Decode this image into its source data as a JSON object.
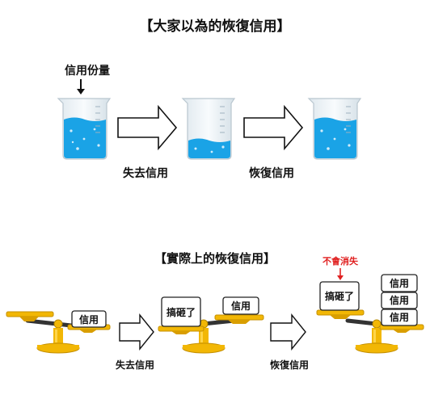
{
  "top_title": "【大家以為的恢復信用】",
  "credit_amount_label": "信用份量",
  "lose_credit_label": "失去信用",
  "restore_credit_label": "恢復信用",
  "bottom_title": "【實際上的恢復信用】",
  "credit_tag": "信用",
  "messed_up_tag": "搞砸了",
  "wont_disappear_label": "不會消失",
  "lose_credit_label_2": "失去信用",
  "restore_credit_label_2": "恢復信用",
  "colors": {
    "water": "#1aa3e6",
    "scale_yellow": "#f2b705",
    "arm_dark": "#333333",
    "accent_red": "#e02020"
  }
}
